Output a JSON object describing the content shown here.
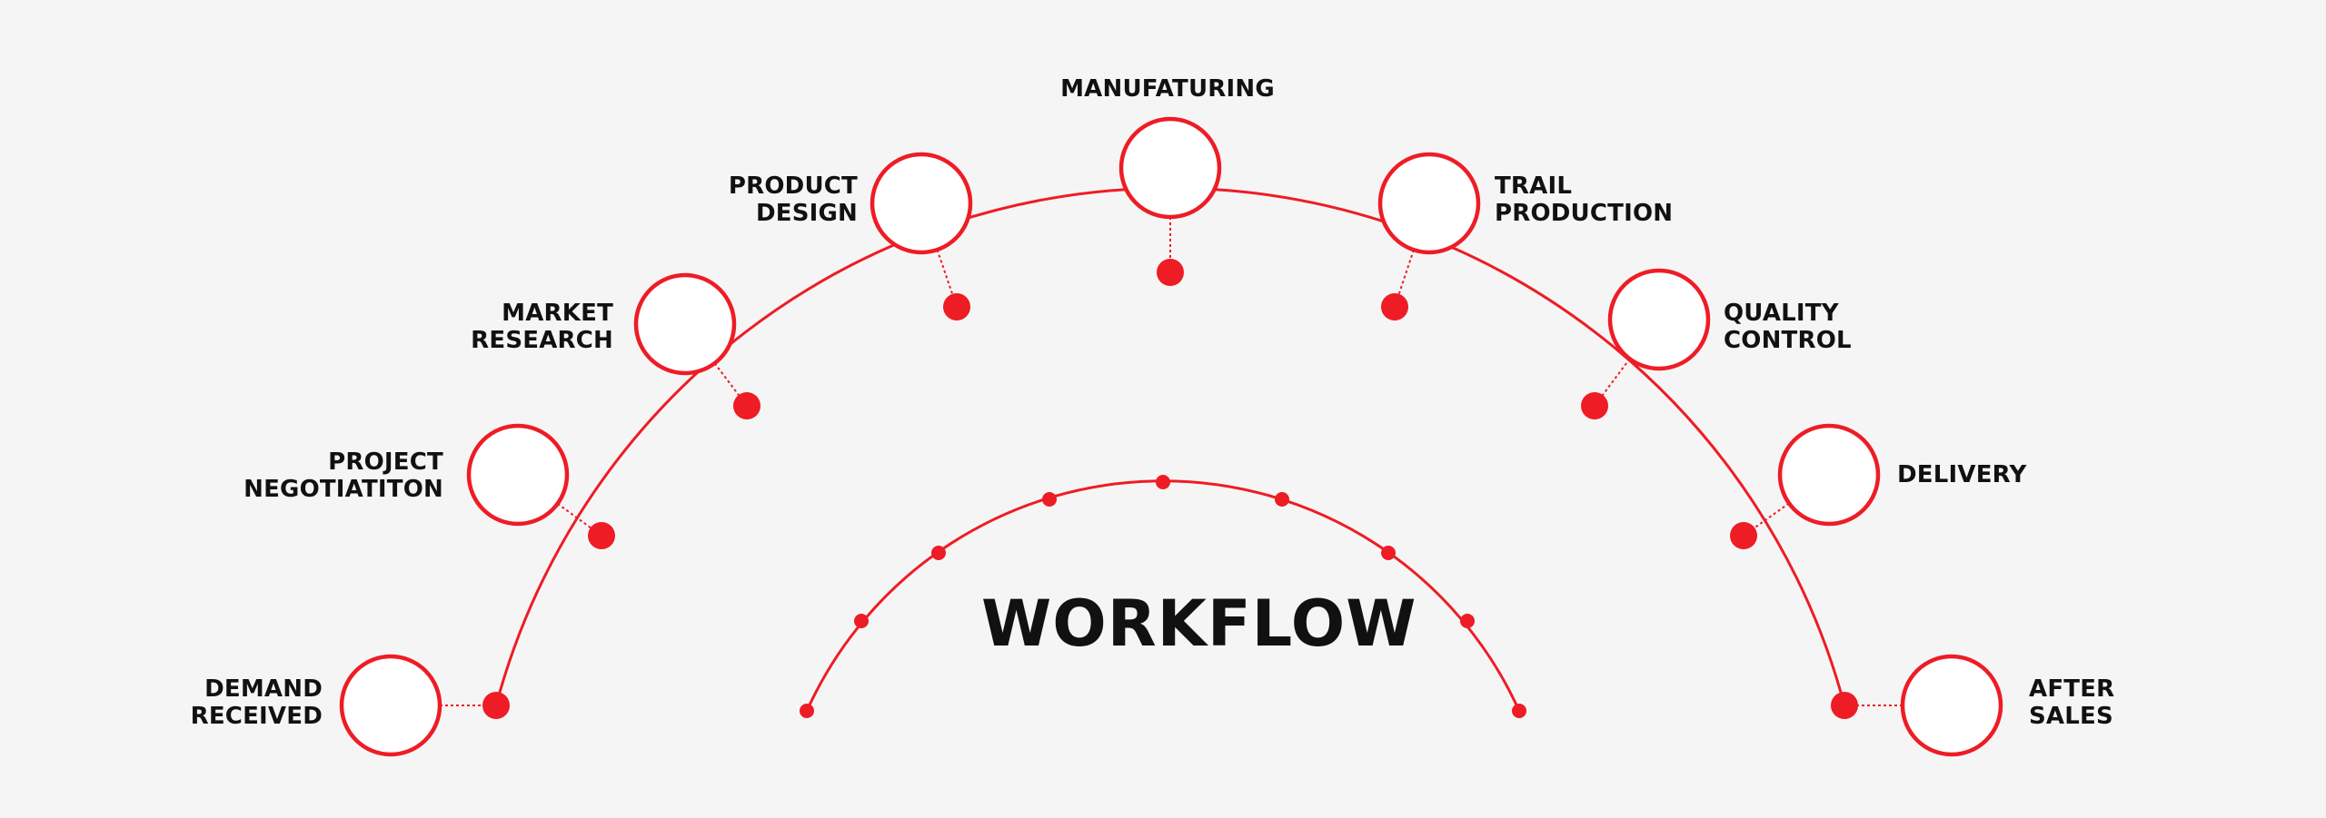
{
  "title": "WORKFLOW",
  "accent_color": "#ee1c25",
  "text_color": "#111111",
  "background_color": "#f5f5f5",
  "steps": [
    {
      "id": "demand-received",
      "lines": [
        "DEMAND",
        "RECEIVED"
      ],
      "icon": "envelope-download-icon"
    },
    {
      "id": "project-negotiation",
      "lines": [
        "PROJECT",
        "NEGOTIATITON"
      ],
      "icon": "presentation-board-icon"
    },
    {
      "id": "market-research",
      "lines": [
        "MARKET",
        "RESEARCH"
      ],
      "icon": "bar-chart-trend-icon"
    },
    {
      "id": "product-design",
      "lines": [
        "PRODUCT",
        "DESIGN"
      ],
      "icon": "designer-at-desk-icon"
    },
    {
      "id": "manufacturing",
      "lines": [
        "MANUFATURING"
      ],
      "icon": "robotic-arm-icon"
    },
    {
      "id": "trail-production",
      "lines": [
        "TRAIL",
        "PRODUCTION"
      ],
      "icon": "pie-chart-icon"
    },
    {
      "id": "quality-control",
      "lines": [
        "QUALITY",
        "CONTROL"
      ],
      "icon": "light-bulb-check-icon"
    },
    {
      "id": "delivery",
      "lines": [
        "DELIVERY"
      ],
      "icon": "package-check-icon"
    },
    {
      "id": "after-sales",
      "lines": [
        "AFTER",
        "SALES"
      ],
      "icon": "shield-check-icon"
    }
  ]
}
